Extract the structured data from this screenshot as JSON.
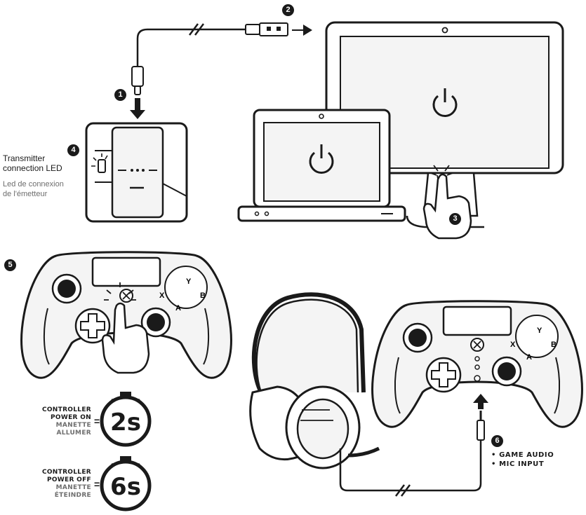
{
  "steps": [
    "1",
    "2",
    "3",
    "4",
    "5",
    "6"
  ],
  "transmitter_led": {
    "label_en_line1": "Transmitter",
    "label_en_line2": "connection LED",
    "label_fr_line1": "Led de connexion",
    "label_fr_line2": "de l'émetteur"
  },
  "power_on": {
    "en_line1": "CONTROLLER",
    "en_line2": "POWER ON",
    "fr_line1": "MANETTE",
    "fr_line2": "ALLUMER",
    "duration": "2s"
  },
  "power_off": {
    "en_line1": "CONTROLLER",
    "en_line2": "POWER OFF",
    "fr_line1": "MANETTE",
    "fr_line2": "ÉTEINDRE",
    "duration": "6s"
  },
  "equals": "=",
  "audio_features": [
    "• GAME AUDIO",
    "• MIC INPUT"
  ],
  "face_buttons": [
    "Y",
    "X",
    "B",
    "A"
  ],
  "colors": {
    "ink": "#1a1a1a",
    "fill": "#f4f4f4",
    "muted": "#6e6e6e"
  }
}
